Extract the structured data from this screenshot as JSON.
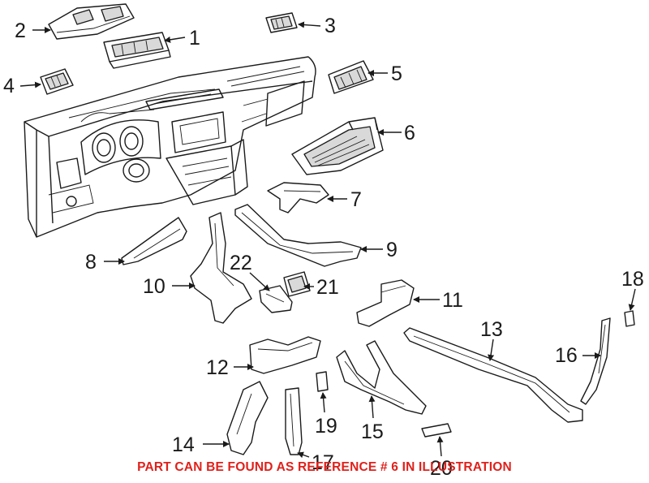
{
  "diagram": {
    "callouts": [
      "1",
      "2",
      "3",
      "4",
      "5",
      "6",
      "7",
      "8",
      "9",
      "10",
      "11",
      "12",
      "13",
      "14",
      "15",
      "16",
      "17",
      "18",
      "19",
      "20",
      "21",
      "22"
    ],
    "caption": "PART CAN BE FOUND AS REFERENCE # 6 IN ILLUSTRATION",
    "colors": {
      "caption": "#e0201b",
      "ink": "#1a1a1a"
    }
  }
}
